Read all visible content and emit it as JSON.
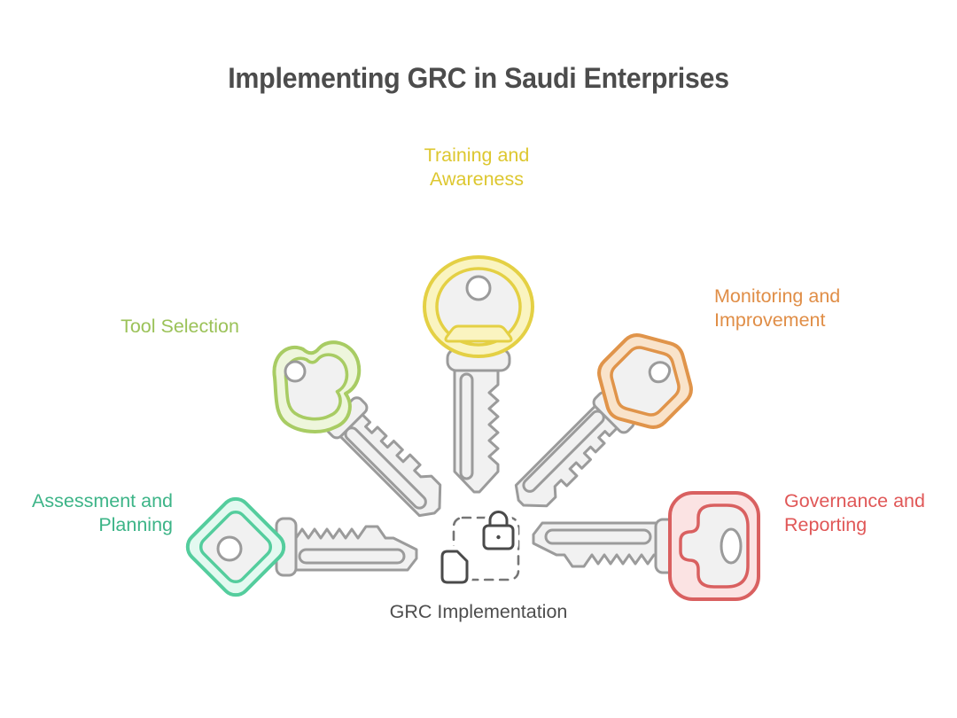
{
  "title": "Implementing GRC in Saudi Enterprises",
  "title_color": "#4c4c4c",
  "center": {
    "label": "GRC Implementation",
    "icon": "lock-and-document-icon",
    "text_color": "#4d4d4d",
    "frame_style": "dashed",
    "icon_color": "#4a4a4a"
  },
  "keys": [
    {
      "label": "Assessment and Planning",
      "position": "bottom-left",
      "head_shape": "diamond",
      "color": "#54cd9d",
      "tint": "#e3f9f0",
      "text_color": "#3cb487"
    },
    {
      "label": "Tool Selection",
      "position": "upper-left",
      "head_shape": "clover",
      "color": "#a8cc63",
      "tint": "#eef6dc",
      "text_color": "#9bc258"
    },
    {
      "label": "Training and Awareness",
      "position": "top",
      "head_shape": "round",
      "color": "#e4d044",
      "tint": "#faf4c0",
      "text_color": "#ddc72f"
    },
    {
      "label": "Monitoring and Improvement",
      "position": "upper-right",
      "head_shape": "hexagon",
      "color": "#e0944a",
      "tint": "#f9e3ca",
      "text_color": "#e08e47"
    },
    {
      "label": "Governance and Reporting",
      "position": "bottom-right",
      "head_shape": "rounded-square",
      "color": "#d96060",
      "tint": "#fbe3e3",
      "text_color": "#e05757"
    }
  ],
  "key_metal_fill": "#f1f1f1",
  "key_metal_stroke": "#9b9b9b"
}
